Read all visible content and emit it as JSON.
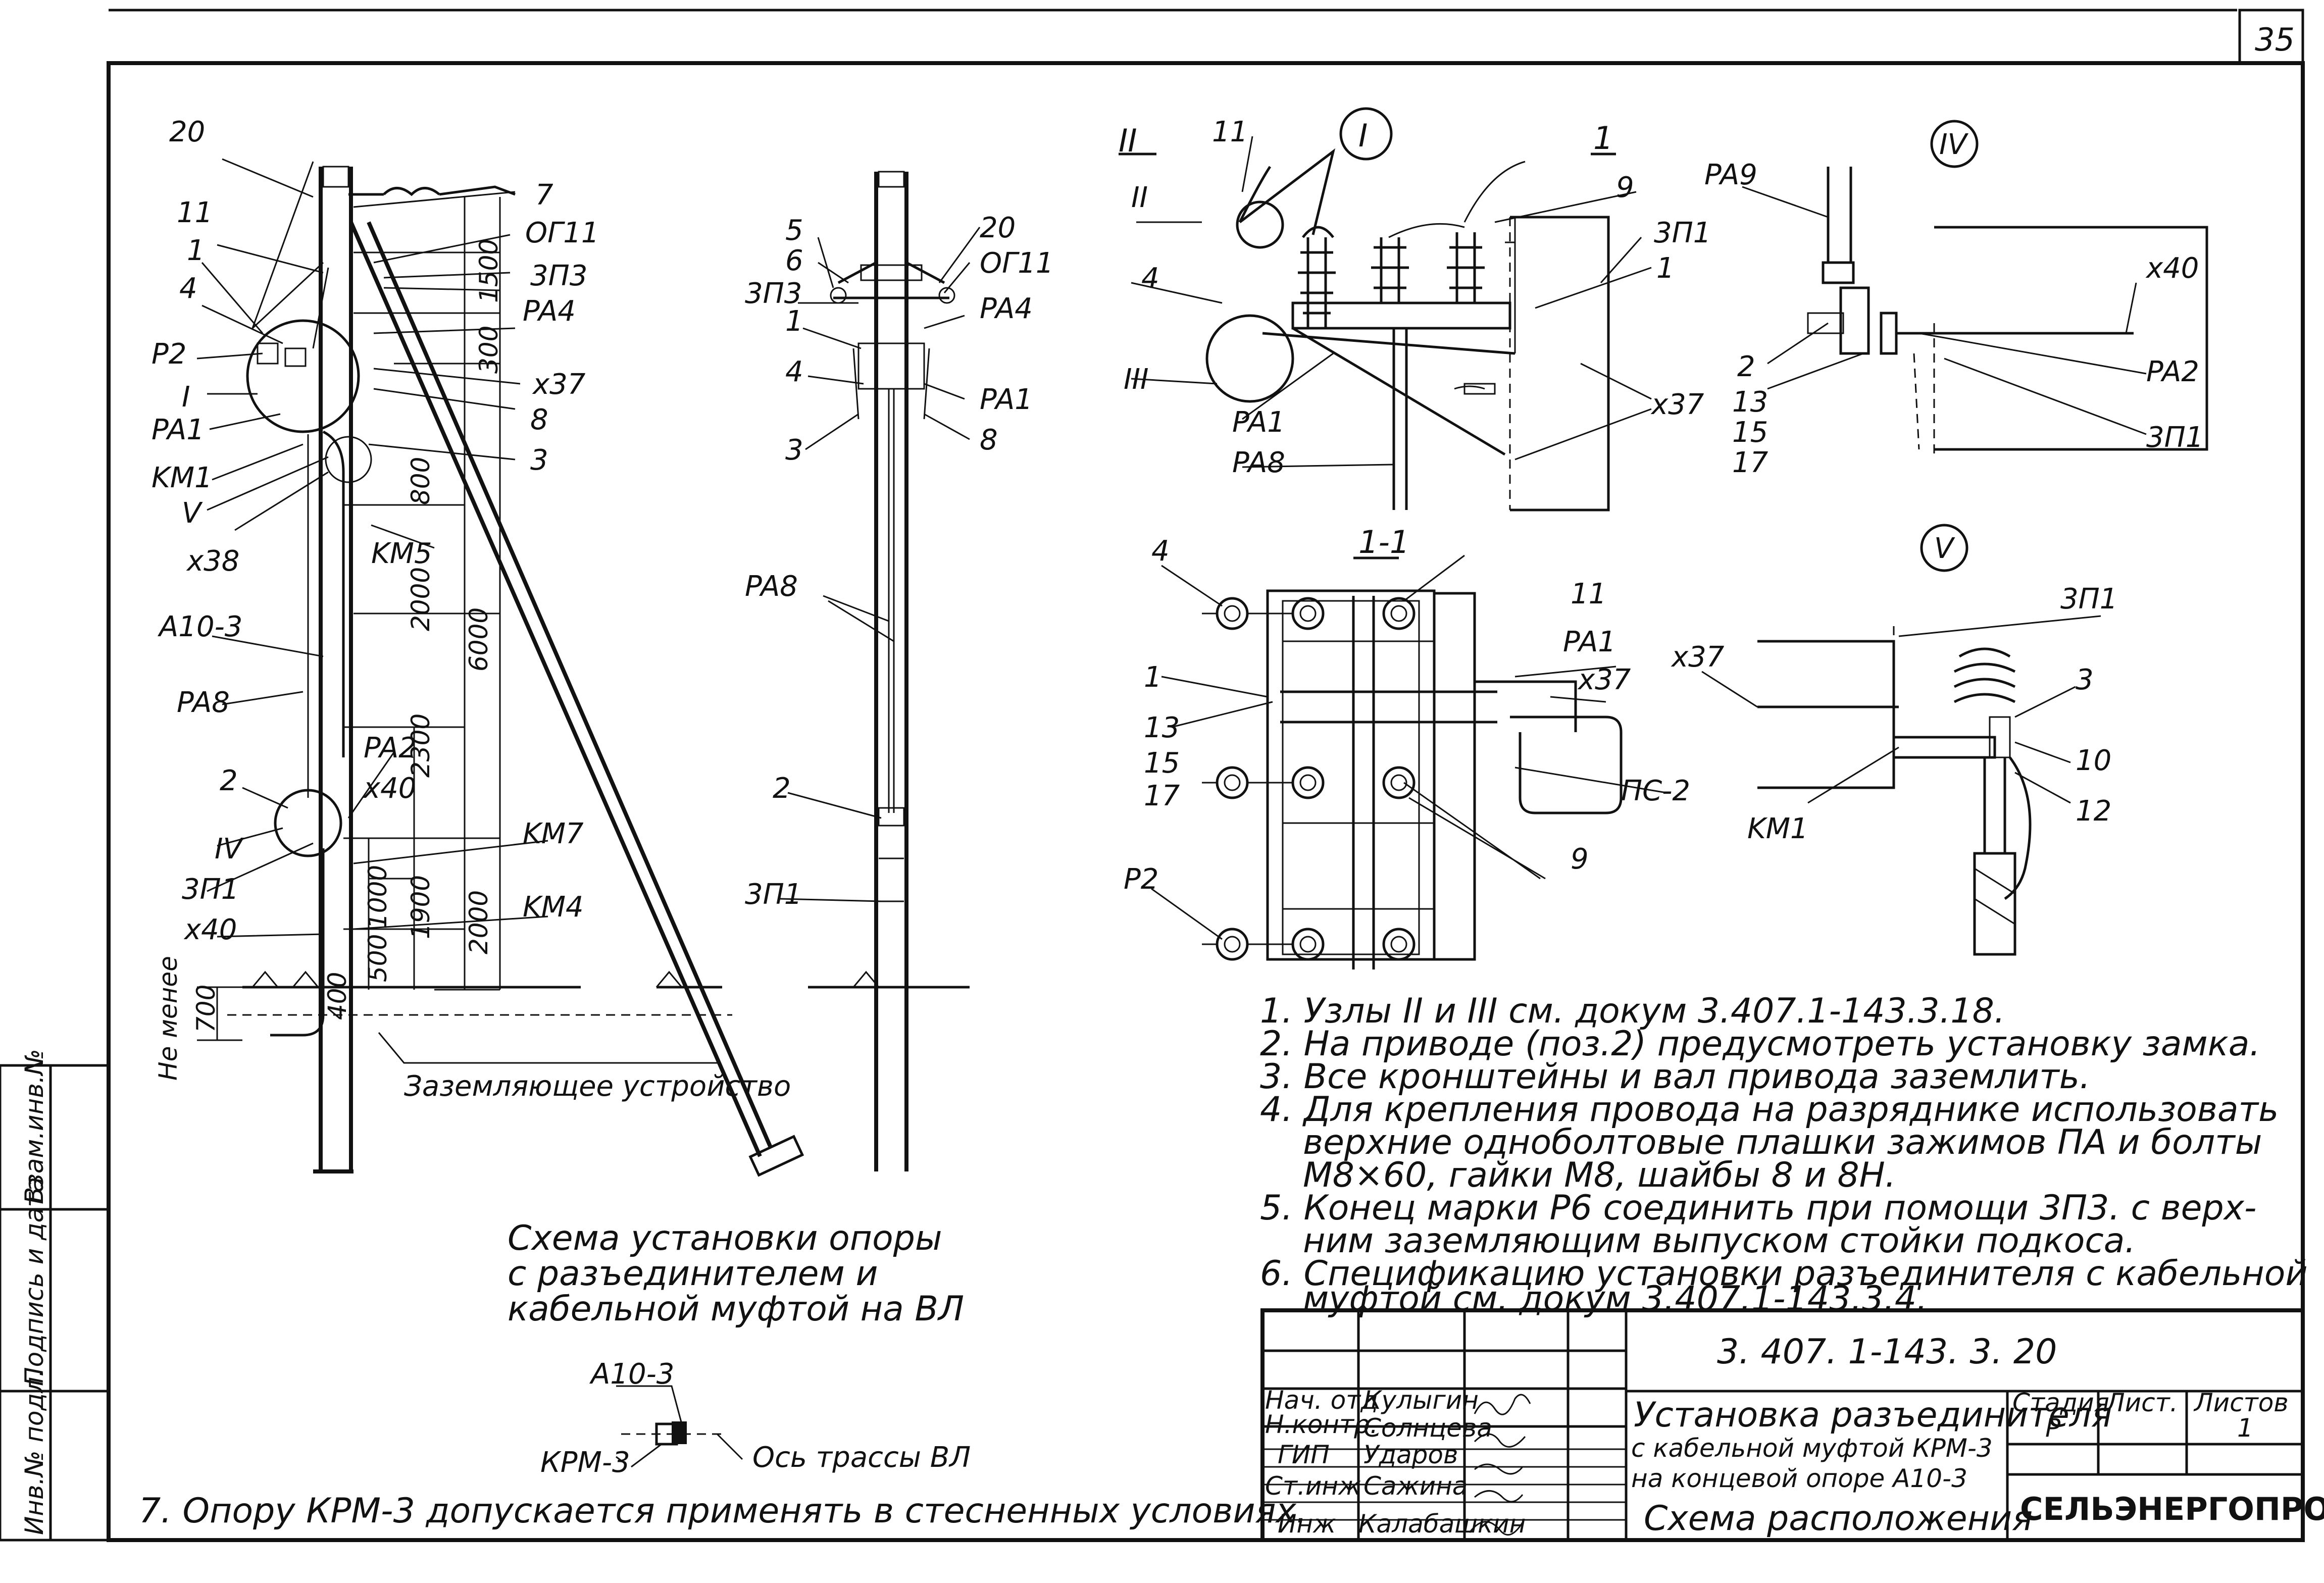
{
  "page_number": "35",
  "margin_labels": [
    "Инв.№ подл.",
    "Подпись и дата",
    "Взам.инв.№"
  ],
  "view_labels": {
    "section_II": "II",
    "section_1": "1",
    "node_I": "I",
    "node_IV": "IV",
    "node_V": "V",
    "section_1_1": "1-1"
  },
  "main_view_labels": {
    "20": "20",
    "11": "11",
    "1": "1",
    "4": "4",
    "P2": "P2",
    "I": "I",
    "PA1": "PA1",
    "KM1": "KM1",
    "V": "V",
    "x38": "x38",
    "A10_3": "A10-3",
    "PA8": "PA8",
    "2": "2",
    "IV": "IV",
    "3P1": "3П1",
    "x40": "x40",
    "7": "7",
    "OG11": "OГ11",
    "3P3": "3П3",
    "PA4": "PA4",
    "x37": "x37",
    "8": "8",
    "3": "3",
    "KM5": "KM5",
    "PA2": "PA2",
    "x40b": "x40",
    "KM7": "KM7",
    "KM4": "KM4",
    "dim_1500": "1500",
    "dim_300": "300",
    "dim_800": "800",
    "dim_2000": "2000",
    "dim_6000": "6000",
    "dim_2300": "2300",
    "dim_1900": "1900",
    "dim_1000": "1000",
    "dim_500": "500",
    "dim_400": "400",
    "dim_2000b": "2000",
    "dim_700": "700",
    "ne_menee": "Не менее",
    "grounding": "Заземляющее устройство"
  },
  "side_view_labels": {
    "5": "5",
    "6": "6",
    "3P3": "3П3",
    "1": "1",
    "4": "4",
    "3": "3",
    "20": "20",
    "OG11": "OГ11",
    "PA4": "PA4",
    "PA1": "PA1",
    "8": "8",
    "PA8": "PA8",
    "2": "2",
    "3P1": "3П1"
  },
  "detail_I_labels": {
    "11": "11",
    "II": "II",
    "4": "4",
    "III": "III",
    "PA1": "PA1",
    "PA8": "PA8",
    "9": "9",
    "3P1": "3П1",
    "1": "1",
    "x37": "x37"
  },
  "detail_11_labels": {
    "4": "4",
    "1": "1",
    "13": "13",
    "15": "15",
    "17": "17",
    "P2": "P2",
    "11": "11",
    "PA1": "PA1",
    "x37": "x37",
    "PS2": "ПС-2",
    "9": "9"
  },
  "detail_IV_labels": {
    "PA9": "PA9",
    "x40": "x40",
    "2": "2",
    "13": "13",
    "15": "15",
    "17": "17",
    "PA2": "PA2",
    "3P1": "3П1"
  },
  "detail_V_labels": {
    "x37": "x37",
    "3P1": "3П1",
    "3": "3",
    "10": "10",
    "12": "12",
    "KM1": "KM1"
  },
  "caption": [
    "Схема установки опоры",
    "с разъединителем и",
    "кабельной муфтой на ВЛ"
  ],
  "plan_labels": {
    "A10_3": "А10-3",
    "KRM3": "КРМ-3",
    "axis": "Ось трассы ВЛ"
  },
  "note7": "7. Опору КРМ-3 допускается применять в стесненных условиях.",
  "notes": [
    "1. Узлы II и III см. докум 3.407.1-143.3.18.",
    "2. На приводе (поз.2) предусмотреть установку замка.",
    "3. Все кронштейны и вал привода заземлить.",
    "4. Для крепления провода на разряднике использовать",
    "верхние одноболтовые плашки зажимов ПА и болты",
    "М8×60, гайки М8, шайбы 8 и 8Н.",
    "5. Конец марки Р6 соединить при помощи 3П3. с верх-",
    "ним заземляющим выпуском стойки подкоса.",
    "6. Спецификацию установки разъединителя с кабельной",
    "муфтой см. докум 3.407.1-143.3.4."
  ],
  "title_block": {
    "doc_code": "3. 407. 1-143. 3. 20",
    "roles": [
      "Нач. отд",
      "Н.контр.",
      "ГИП",
      "Ст.инж",
      "Инж"
    ],
    "names": [
      "Кулыгин",
      "Солнцева",
      "Ударов",
      "Сажина",
      "Калабашкин"
    ],
    "title": [
      "Установка разъединителя",
      "с кабельной муфтой КРМ-3",
      "на концевой опоре А10-3",
      "Схема расположения"
    ],
    "stage_header": "Стадия",
    "sheet_header": "Лист.",
    "sheets_header": "Листов",
    "stage": "Р",
    "sheets": "1",
    "org": "СЕЛЬЭНЕРГОПРОЕКТ"
  }
}
